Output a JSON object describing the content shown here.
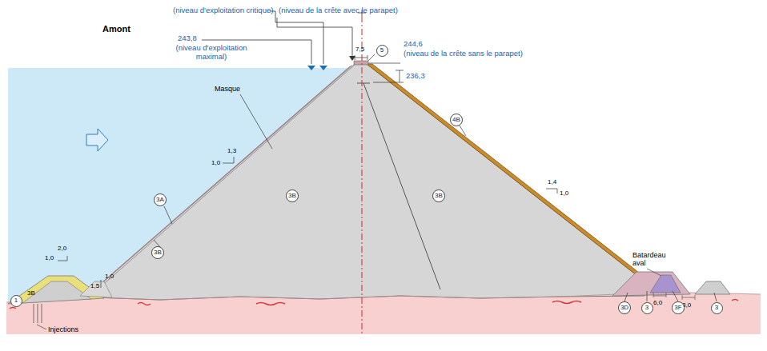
{
  "diagram": {
    "nodes": [
      {
        "text": [
          "5"
        ]
      },
      {
        "text": [
          "4B"
        ]
      },
      {
        "text": [
          "3A"
        ]
      },
      {
        "text": [
          "3B"
        ]
      },
      {
        "text": [
          "3B"
        ]
      },
      {
        "text": [
          "3B"
        ]
      },
      {
        "text": [
          "1"
        ]
      },
      {
        "text": [
          "3D"
        ]
      },
      {
        "text": [
          "3"
        ]
      },
      {
        "text": [
          "3F"
        ]
      },
      {
        "text": [
          "3"
        ]
      }
    ],
    "labels": [
      "Amont",
      "(niveau d'exploitation critique)",
      "(niveau de la crête avec le parapet)",
      "243,8",
      "(niveau d'exploitation maximal)",
      "7,5",
      "244,6",
      "(niveau de la crête sans le parapet)",
      "236,3",
      "Masque",
      "1,3",
      "1,0",
      "1,4",
      "1,0",
      "2,0",
      "1,0",
      "3B",
      "1,0",
      "1,5",
      "Injections",
      "Batardeau aval",
      "6,0",
      "3,0"
    ]
  }
}
